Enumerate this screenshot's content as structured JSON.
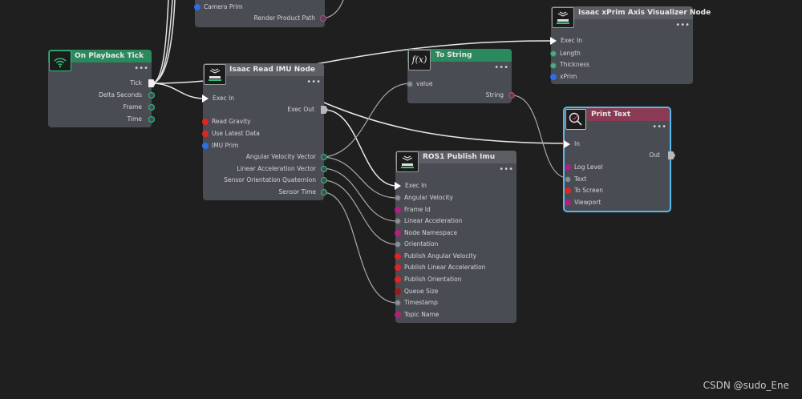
{
  "nodes": {
    "top_partial": {
      "ports": [
        "Camera Prim",
        "Render Product Path"
      ]
    },
    "on_playback_tick": {
      "title": "On Playback Tick",
      "icon": "wifi-icon",
      "outputs": [
        "Tick",
        "Delta Seconds",
        "Frame",
        "Time"
      ]
    },
    "read_imu": {
      "title": "Isaac Read IMU Node",
      "icon": "imu-icon",
      "exec_in": "Exec In",
      "exec_out": "Exec Out",
      "inputs": [
        "Read Gravity",
        "Use Latest Data",
        "IMU Prim"
      ],
      "outputs": [
        "Angular Velocity Vector",
        "Linear Acceleration Vector",
        "Sensor Orientation Quaternion",
        "Sensor Time"
      ]
    },
    "to_string": {
      "title": "To String",
      "icon_text": "f(x)",
      "input": "value",
      "output": "String"
    },
    "axis_visualizer": {
      "title": "Isaac xPrim Axis Visualizer Node",
      "icon": "axis-icon",
      "exec_in": "Exec In",
      "inputs": [
        "Length",
        "Thickness",
        "xPrim"
      ]
    },
    "print_text": {
      "title": "Print Text",
      "icon": "search-icon",
      "exec_in": "In",
      "exec_out": "Out",
      "inputs": [
        "Log Level",
        "Text",
        "To Screen",
        "Viewport"
      ]
    },
    "ros1_publish_imu": {
      "title": "ROS1 Publish Imu",
      "icon": "publish-icon",
      "exec_in": "Exec In",
      "inputs": [
        "Angular Velocity",
        "Frame Id",
        "Linear Acceleration",
        "Node Namespace",
        "Orientation",
        "Publish Angular Velocity",
        "Publish Linear Acceleration",
        "Publish Orientation",
        "Queue Size",
        "Timestamp",
        "Topic Name"
      ]
    }
  },
  "colors": {
    "canvas": "#1f1f1f",
    "node_body": "#4a4c54",
    "header_green": "#2a8a5e",
    "header_gray": "#5c5e64",
    "header_pink": "#8a3a52",
    "selection_border": "#5ab8e8",
    "wire": "#d8d8d8",
    "wire_data": "#a0a0a0"
  },
  "watermark": "CSDN @sudo_Ene"
}
